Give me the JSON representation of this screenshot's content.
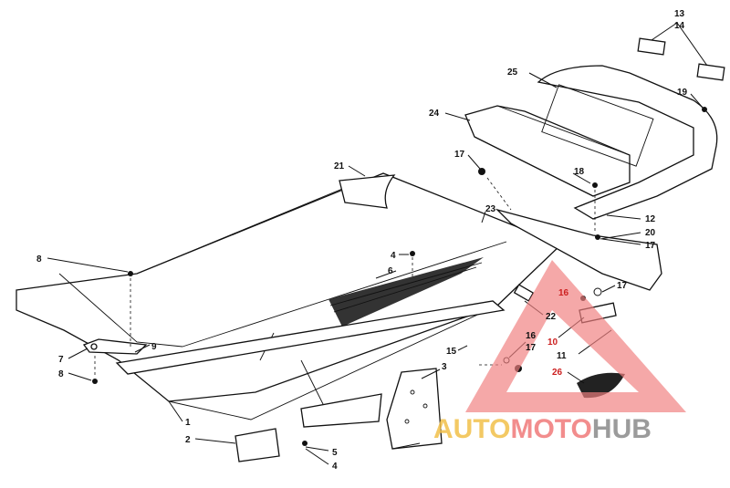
{
  "callouts": [
    {
      "id": "c13",
      "label": "13",
      "color": "black"
    },
    {
      "id": "c14",
      "label": "14",
      "color": "black"
    },
    {
      "id": "c25",
      "label": "25",
      "color": "black"
    },
    {
      "id": "c19",
      "label": "19",
      "color": "black"
    },
    {
      "id": "c24",
      "label": "24",
      "color": "black"
    },
    {
      "id": "c17a",
      "label": "17",
      "color": "black"
    },
    {
      "id": "c18",
      "label": "18",
      "color": "black"
    },
    {
      "id": "c21",
      "label": "21",
      "color": "black"
    },
    {
      "id": "c23",
      "label": "23",
      "color": "black"
    },
    {
      "id": "c12",
      "label": "12",
      "color": "black"
    },
    {
      "id": "c20",
      "label": "20",
      "color": "black"
    },
    {
      "id": "c17b",
      "label": "17",
      "color": "black"
    },
    {
      "id": "c4a",
      "label": "4",
      "color": "black"
    },
    {
      "id": "c8a",
      "label": "8",
      "color": "black"
    },
    {
      "id": "c6",
      "label": "6",
      "color": "black"
    },
    {
      "id": "c16a",
      "label": "16",
      "color": "red"
    },
    {
      "id": "c17c",
      "label": "17",
      "color": "black"
    },
    {
      "id": "c22",
      "label": "22",
      "color": "black"
    },
    {
      "id": "c7",
      "label": "7",
      "color": "black"
    },
    {
      "id": "c9",
      "label": "9",
      "color": "black"
    },
    {
      "id": "c8b",
      "label": "8",
      "color": "black"
    },
    {
      "id": "c15",
      "label": "15",
      "color": "black"
    },
    {
      "id": "c16b",
      "label": "16",
      "color": "black"
    },
    {
      "id": "c17d",
      "label": "17",
      "color": "black"
    },
    {
      "id": "c3",
      "label": "3",
      "color": "black"
    },
    {
      "id": "c10",
      "label": "10",
      "color": "red"
    },
    {
      "id": "c11",
      "label": "11",
      "color": "black"
    },
    {
      "id": "c26",
      "label": "26",
      "color": "red"
    },
    {
      "id": "c1",
      "label": "1",
      "color": "black"
    },
    {
      "id": "c2",
      "label": "2",
      "color": "black"
    },
    {
      "id": "c5",
      "label": "5",
      "color": "black"
    },
    {
      "id": "c4b",
      "label": "4",
      "color": "black"
    }
  ],
  "watermark": {
    "part1": "AUTO",
    "part2": "MOTO",
    "part3": "HUB",
    "color_part1": "#f2c04a",
    "color_part2": "#f07a7a",
    "color_part3": "#8a8a8a",
    "triangle_color": "#f08080"
  }
}
